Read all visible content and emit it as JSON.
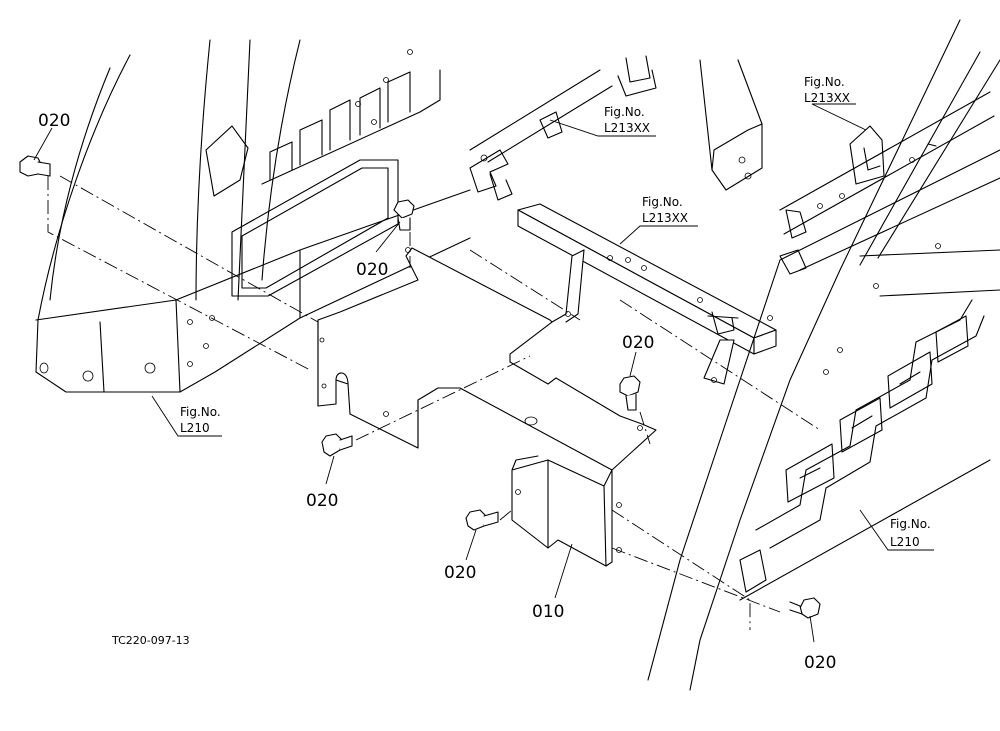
{
  "diagram": {
    "drawing_number": "TC220-097-13",
    "callouts": {
      "bolt": "020",
      "bracket": "010"
    },
    "refs": {
      "fig_label": "Fig.No.",
      "l210": "L210",
      "l213": "L213XX"
    }
  }
}
